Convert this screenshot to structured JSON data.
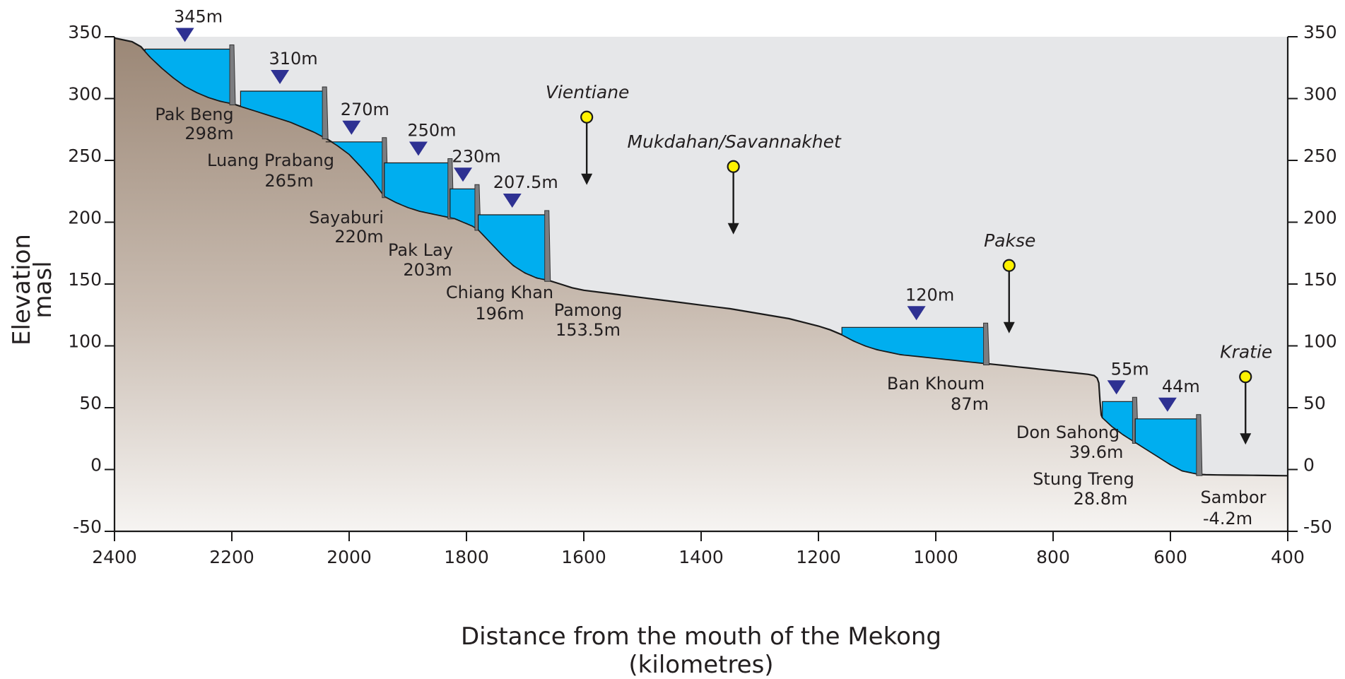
{
  "chart_data": {
    "type": "area",
    "xlabel_lines": [
      "Distance from the mouth of the Mekong",
      "(kilometres)"
    ],
    "ylabel_lines": [
      "Elevation",
      "masl"
    ],
    "xlim": [
      2400,
      400
    ],
    "x_reversed": true,
    "ylim": [
      -50,
      350
    ],
    "x_ticks": [
      2400,
      2200,
      2000,
      1800,
      1600,
      1400,
      1200,
      1000,
      800,
      600,
      400
    ],
    "y_ticks": [
      350,
      300,
      250,
      200,
      150,
      100,
      50,
      0,
      -50
    ],
    "riverbed_profile": {
      "x": [
        2400,
        2370,
        2355,
        2340,
        2320,
        2300,
        2280,
        2260,
        2240,
        2220,
        2200,
        2180,
        2160,
        2140,
        2120,
        2100,
        2080,
        2060,
        2040,
        2020,
        2000,
        1980,
        1960,
        1940,
        1920,
        1900,
        1880,
        1860,
        1840,
        1820,
        1800,
        1790,
        1780,
        1770,
        1760,
        1740,
        1720,
        1700,
        1680,
        1660,
        1640,
        1620,
        1600,
        1550,
        1500,
        1450,
        1400,
        1350,
        1300,
        1250,
        1200,
        1180,
        1160,
        1140,
        1120,
        1100,
        1080,
        1060,
        1040,
        1020,
        1000,
        980,
        960,
        940,
        920,
        900,
        880,
        860,
        840,
        820,
        800,
        780,
        760,
        740,
        730,
        725,
        722,
        720,
        718,
        716,
        700,
        680,
        660,
        640,
        620,
        600,
        580,
        560,
        550,
        540,
        520,
        500,
        480,
        460,
        440,
        420,
        400
      ],
      "y": [
        349,
        346,
        342,
        334,
        325,
        317,
        310,
        305,
        301,
        298,
        296,
        293,
        290,
        287,
        284,
        281,
        277,
        273,
        268,
        262,
        255,
        245,
        234,
        221,
        216,
        212,
        209,
        207,
        205,
        203,
        199,
        197,
        194,
        189,
        184,
        174,
        165,
        159,
        155,
        153,
        150,
        147,
        145,
        142,
        139,
        136,
        133,
        130,
        126,
        122,
        116,
        113,
        109,
        104,
        100,
        97,
        95,
        93,
        92,
        91,
        90,
        89,
        88,
        87,
        86,
        85,
        84,
        83,
        82,
        81,
        80,
        79,
        78,
        77,
        76,
        74,
        70,
        55,
        44,
        42,
        35,
        28,
        22,
        16,
        10,
        4,
        -1,
        -3,
        -4,
        -4.2,
        -4.4,
        -4.5,
        -4.6,
        -4.7,
        -4.8,
        -4.9,
        -5
      ]
    },
    "reservoirs": [
      {
        "dam_name": "Pak Beng",
        "dam_elevation": "298m",
        "level_label": "345m",
        "water_level": 340,
        "x_dam": 2200,
        "x_upstream": 2348,
        "x_marker": 2280
      },
      {
        "dam_name": "Luang Prabang",
        "dam_elevation": "265m",
        "level_label": "310m",
        "water_level": 306,
        "x_dam": 2042,
        "x_upstream": 2185,
        "x_marker": 2118
      },
      {
        "dam_name": "Sayaburi",
        "dam_elevation": "220m",
        "level_label": "270m",
        "water_level": 265,
        "x_dam": 1940,
        "x_upstream": 2040,
        "x_marker": 1996
      },
      {
        "dam_name": "Pak Lay",
        "dam_elevation": "203m",
        "level_label": "250m",
        "water_level": 248,
        "x_dam": 1828,
        "x_upstream": 1940,
        "x_marker": 1882
      },
      {
        "dam_name": "Chiang Khan",
        "dam_elevation": "196m",
        "level_label": "230m",
        "water_level": 227,
        "x_dam": 1782,
        "x_upstream": 1828,
        "x_marker": 1806
      },
      {
        "dam_name": "Pamong",
        "dam_elevation": "153.5m",
        "level_label": "207.5m",
        "water_level": 206,
        "x_dam": 1663,
        "x_upstream": 1780,
        "x_marker": 1722
      },
      {
        "dam_name": "Ban Khoum",
        "dam_elevation": "87m",
        "level_label": "120m",
        "water_level": 115,
        "x_dam": 915,
        "x_upstream": 1160,
        "x_marker": 1033
      },
      {
        "dam_name": "Don Sahong",
        "dam_elevation": "39.6m",
        "level_label": "55m",
        "water_level": 55,
        "x_dam": 661,
        "x_upstream": 716,
        "x_marker": 692
      },
      {
        "dam_name": "Stung Treng",
        "dam_elevation": "28.8m",
        "level_label": "44m",
        "water_level": 41,
        "x_dam": 552,
        "x_upstream": 660,
        "x_marker": 605
      },
      {
        "dam_name": "Sambor",
        "dam_elevation": "-4.2m",
        "level_label": "",
        "water_level": null,
        "x_dam": null,
        "x_upstream": null,
        "x_marker": null
      }
    ],
    "cities": [
      {
        "name": "Vientiane",
        "x": 1595,
        "y": 285
      },
      {
        "name": "Mukdahan/Savannakhet",
        "x": 1345,
        "y": 245
      },
      {
        "name": "Pakse",
        "x": 875,
        "y": 165
      },
      {
        "name": "Kratie",
        "x": 472,
        "y": 75
      }
    ]
  },
  "colors": {
    "sky": "#e6e7e9",
    "ground_top": "#9b8776",
    "ground_mid": "#c9bcb1",
    "ground_bottom": "#f6f4f2",
    "water": "#00aeef",
    "dam": "#7c7d80",
    "level_marker": "#2e3192",
    "city_marker": "#fff200",
    "text": "#231f20"
  }
}
